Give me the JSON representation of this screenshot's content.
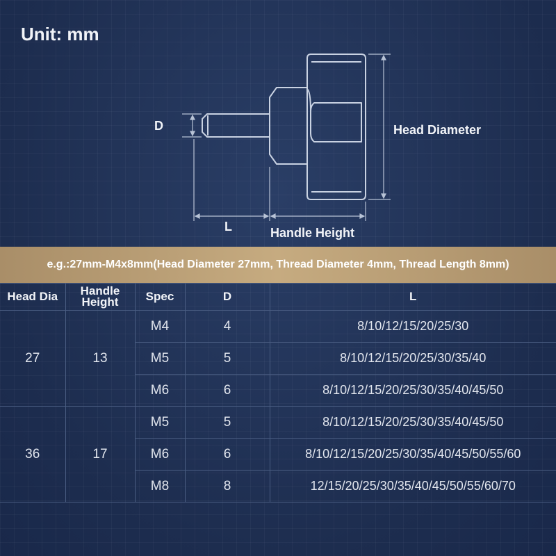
{
  "unit_label": "Unit: mm",
  "drawing": {
    "d_label": "D",
    "l_label": "L",
    "head_diameter_label": "Head Diameter",
    "handle_height_label": "Handle Height"
  },
  "banner": "e.g.:27mm-M4x8mm(Head Diameter 27mm, Thread Diameter 4mm, Thread Length 8mm)",
  "table": {
    "headers": {
      "head_dia": "Head Dia",
      "handle_height_line1": "Handle",
      "handle_height_line2": "Height",
      "spec": "Spec",
      "d": "D",
      "l": "L"
    },
    "groups": [
      {
        "head_dia": "27",
        "handle_height": "13",
        "rows": [
          {
            "spec": "M4",
            "d": "4",
            "l": "8/10/12/15/20/25/30"
          },
          {
            "spec": "M5",
            "d": "5",
            "l": "8/10/12/15/20/25/30/35/40"
          },
          {
            "spec": "M6",
            "d": "6",
            "l": "8/10/12/15/20/25/30/35/40/45/50"
          }
        ]
      },
      {
        "head_dia": "36",
        "handle_height": "17",
        "rows": [
          {
            "spec": "M5",
            "d": "5",
            "l": "8/10/12/15/20/25/30/35/40/45/50"
          },
          {
            "spec": "M6",
            "d": "6",
            "l": "8/10/12/15/20/25/30/35/40/45/50/55/60"
          },
          {
            "spec": "M8",
            "d": "8",
            "l": "12/15/20/25/30/35/40/45/50/55/60/70"
          }
        ]
      }
    ]
  }
}
